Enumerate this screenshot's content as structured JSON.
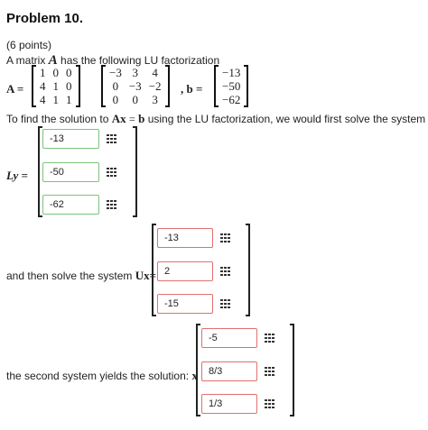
{
  "problem": {
    "title": "Problem 10.",
    "points": "(6 points)",
    "intro": "A matrix",
    "intro_var": "A",
    "intro_rest": "has the following LU factorization"
  },
  "equation": {
    "A_label": "A =",
    "L": [
      [
        "1",
        "0",
        "0"
      ],
      [
        "4",
        "1",
        "0"
      ],
      [
        "4",
        "1",
        "1"
      ]
    ],
    "U": [
      [
        "−3",
        "3",
        "4"
      ],
      [
        "0",
        "−3",
        "−2"
      ],
      [
        "0",
        "0",
        "3"
      ]
    ],
    "comma_b": ", b =",
    "b": [
      [
        "−13"
      ],
      [
        "−50"
      ],
      [
        "−62"
      ]
    ]
  },
  "step1": {
    "text_a": "To find the solution to",
    "Ax": "Ax",
    "eq": "=",
    "b": "b",
    "text_b": "using the LU factorization, we would first solve the system",
    "label": "Ly =",
    "answers": [
      "-13",
      "-50",
      "-62"
    ]
  },
  "step2": {
    "text": "and then solve the system",
    "label": "Ux=",
    "answers": [
      "-13",
      "2",
      "-15"
    ]
  },
  "step3": {
    "text": "the second system yields the solution:",
    "label": "x =",
    "answers": [
      "-5",
      "8/3",
      "1/3"
    ]
  },
  "colors": {
    "correct_border": "#7cc47c",
    "incorrect_border": "#e07070"
  },
  "icons": {
    "matrix_entry_button": "grid-icon"
  }
}
